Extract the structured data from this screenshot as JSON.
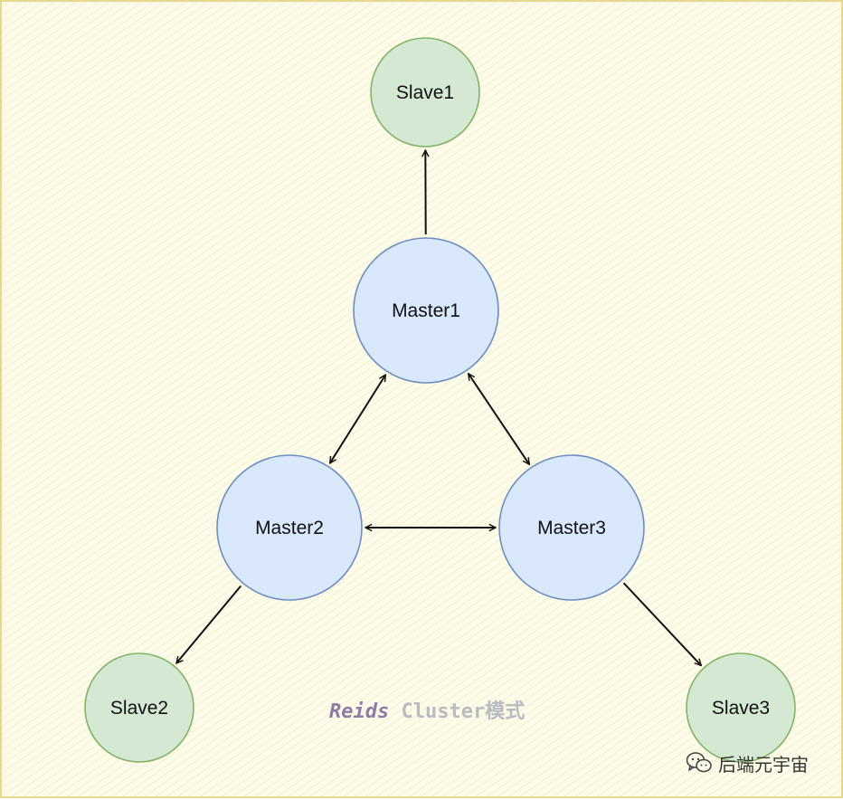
{
  "diagram": {
    "nodes": [
      {
        "id": "slave1",
        "label": "Slave1",
        "role": "slave",
        "color": "#d5e8d4"
      },
      {
        "id": "master1",
        "label": "Master1",
        "role": "master",
        "color": "#dae8fc"
      },
      {
        "id": "master2",
        "label": "Master2",
        "role": "master",
        "color": "#dae8fc"
      },
      {
        "id": "master3",
        "label": "Master3",
        "role": "master",
        "color": "#dae8fc"
      },
      {
        "id": "slave2",
        "label": "Slave2",
        "role": "slave",
        "color": "#d5e8d4"
      },
      {
        "id": "slave3",
        "label": "Slave3",
        "role": "slave",
        "color": "#d5e8d4"
      }
    ],
    "edges": [
      {
        "from": "master1",
        "to": "slave1",
        "direction": "one-way"
      },
      {
        "from": "master1",
        "to": "master2",
        "direction": "two-way"
      },
      {
        "from": "master1",
        "to": "master3",
        "direction": "two-way"
      },
      {
        "from": "master2",
        "to": "master3",
        "direction": "two-way"
      },
      {
        "from": "master2",
        "to": "slave2",
        "direction": "one-way"
      },
      {
        "from": "master3",
        "to": "slave3",
        "direction": "one-way"
      }
    ],
    "caption": {
      "emphasis": "Reids",
      "rest": " Cluster模式",
      "emphasis_color": "#8e7aa7",
      "rest_color": "#b9bbc1"
    }
  },
  "watermark": {
    "text": "后端元宇宙",
    "icon": "wechat-icon"
  },
  "colors": {
    "background": "#fdfbea",
    "border": "#e6d98a",
    "master_stroke": "#6c8ebf",
    "slave_stroke": "#82b366"
  }
}
